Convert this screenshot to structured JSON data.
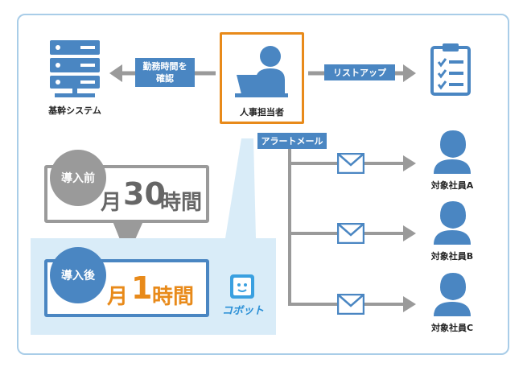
{
  "nodes": {
    "core_system": "基幹システム",
    "hr_staff": "人事担当者",
    "employees": [
      "対象社員A",
      "対象社員B",
      "対象社員C"
    ]
  },
  "tags": {
    "check_hours": "勤務時間を\n確認",
    "list_up": "リストアップ",
    "alert_mail": "アラートメール"
  },
  "before": {
    "badge": "導入前",
    "prefix": "月",
    "number": "30",
    "suffix": "時間"
  },
  "after": {
    "badge": "導入後",
    "prefix": "月",
    "number": "1",
    "suffix": "時間"
  },
  "brand": {
    "name": "コボット"
  },
  "colors": {
    "blue": "#4a86c2",
    "orange": "#e88a1a",
    "gray": "#9a9a9a",
    "light_blue": "#d9ecf8"
  }
}
